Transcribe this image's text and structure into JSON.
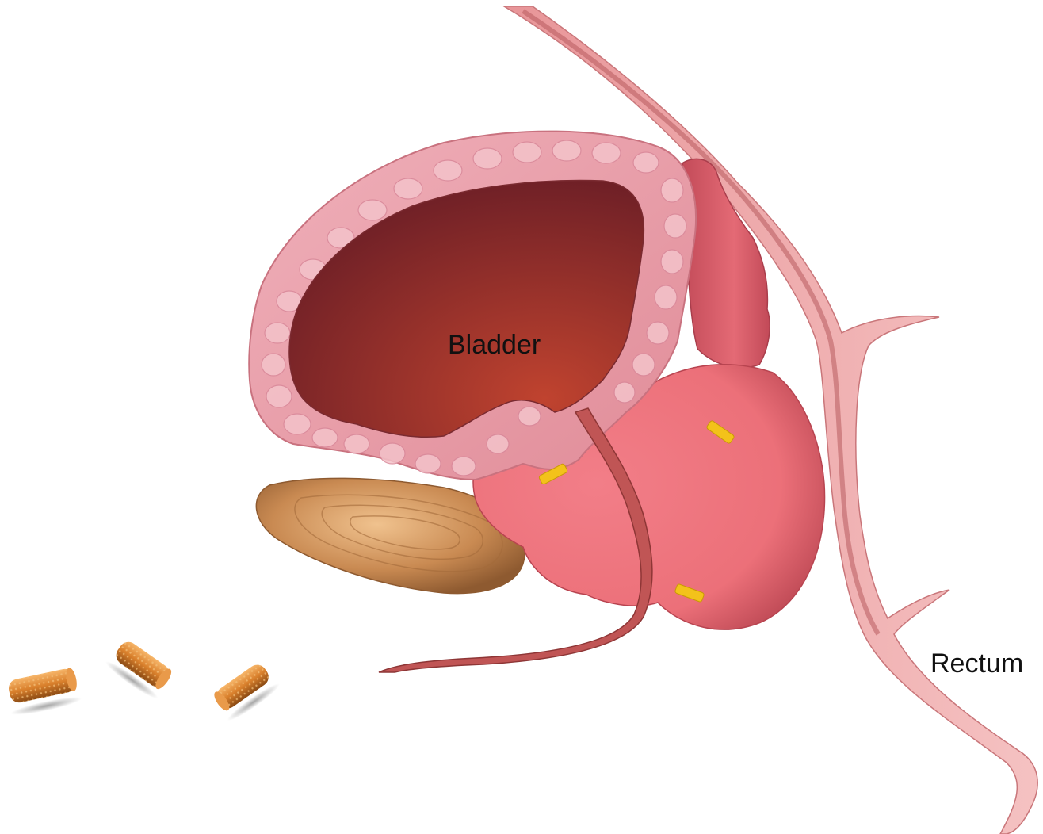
{
  "labels": {
    "bladder": "Bladder",
    "rectum": "Rectum"
  },
  "colors": {
    "background": "#ffffff",
    "bladder_lumen_light": "#c0432f",
    "bladder_lumen_dark": "#6b1e26",
    "bladder_wall": "#e898a4",
    "bladder_wall_cells": "#f2b9c1",
    "prostate": "#ef7680",
    "prostate_dark": "#c9505b",
    "seminal_vesicle": "#d0525e",
    "urethra": "#b24a4a",
    "rectal_wall": "#f0a6a8",
    "rectal_wall_dark": "#b85b5f",
    "pubic_bone": "#c88650",
    "implanted_seed": "#f3c21a",
    "loose_seed": "#d9802c"
  },
  "elements": {
    "implanted_seeds": 3,
    "loose_seeds": 3
  }
}
